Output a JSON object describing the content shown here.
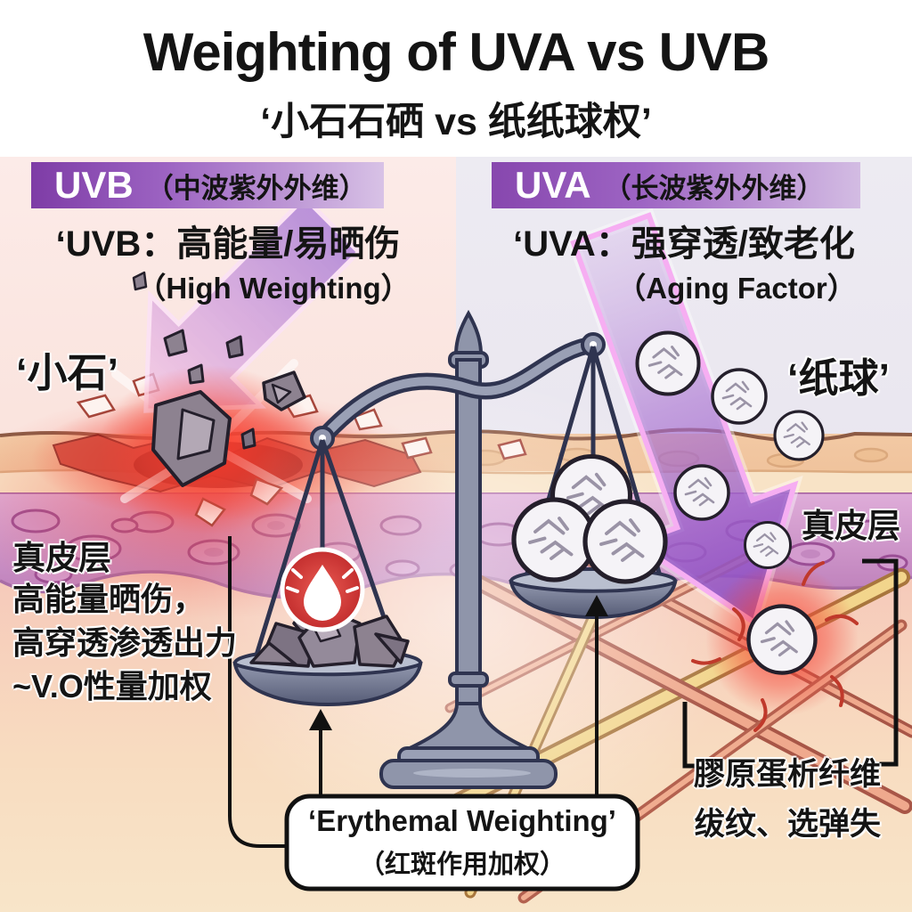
{
  "title": {
    "main": "Weighting of UVA vs UVB",
    "subtitle": "‘小石石硒 vs 纸纸球权’"
  },
  "left_panel": {
    "banner_label": "UVB",
    "banner_note": "（中波紫外外维）",
    "headline": "‘UVB：高能量/易晒伤",
    "subheadline": "（High Weighting）",
    "projectile_label": "‘小石’",
    "dermis_label": "真皮层",
    "effect_lines": [
      "高能量晒伤，",
      "高穿透渗透出力",
      "~V.O性量加权"
    ]
  },
  "right_panel": {
    "banner_label": "UVA",
    "banner_note": "（长波紫外外维）",
    "headline": "‘UVA：强穿透/致老化",
    "subheadline": "（Aging Factor）",
    "projectile_label": "‘纸球’",
    "dermis_label": "真皮层",
    "effect_lines": [
      "膠原蛋析纤维",
      "绂纹、选弹失"
    ]
  },
  "scale_caption": {
    "line1": "‘Erythemal Weighting’",
    "line2": "（红斑作用加权）"
  },
  "icons": [
    "uvb-ray-arrow",
    "uva-ray-arrow",
    "sunburn-droplet-icon",
    "balance-scale",
    "rock-projectiles",
    "paper-ball-projectiles"
  ],
  "colors": {
    "banner_purple": "#8a4cae",
    "uv_ray_purple": "#9b59c9",
    "sunburn_red": "#d63838",
    "scale_metal": "#9096ad",
    "dermis_purple": "#c083bd",
    "epidermis_peach": "#f3cda9",
    "left_bg_pink": "#fbe5e2",
    "right_bg_lavender": "#eceaf1"
  }
}
